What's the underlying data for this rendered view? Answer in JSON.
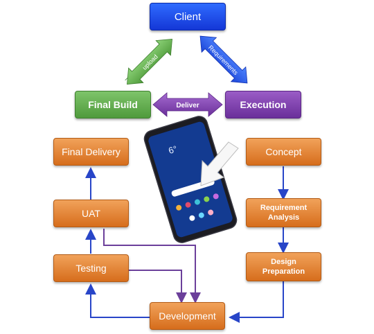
{
  "nodes": {
    "client": "Client",
    "final_build": "Final Build",
    "execution": "Execution",
    "final_delivery": "Final Delivery",
    "concept": "Concept",
    "uat": "UAT",
    "requirement_analysis": [
      "Requirement",
      "Analysis"
    ],
    "testing": "Testing",
    "design_preparation": [
      "Design",
      "Preparation"
    ],
    "development": "Development"
  },
  "arrow_labels": {
    "upload": "upload",
    "requirements": "Requirements",
    "deliver": "Deliver"
  },
  "phone": {
    "clock": "6°"
  },
  "colors": {
    "client": "#1f4fe0",
    "final_build": "#5faa4c",
    "execution": "#7e3fb0",
    "process_box": "#e5832f",
    "flow_blue": "#2845c8",
    "flow_purple": "#6b3f9a"
  }
}
